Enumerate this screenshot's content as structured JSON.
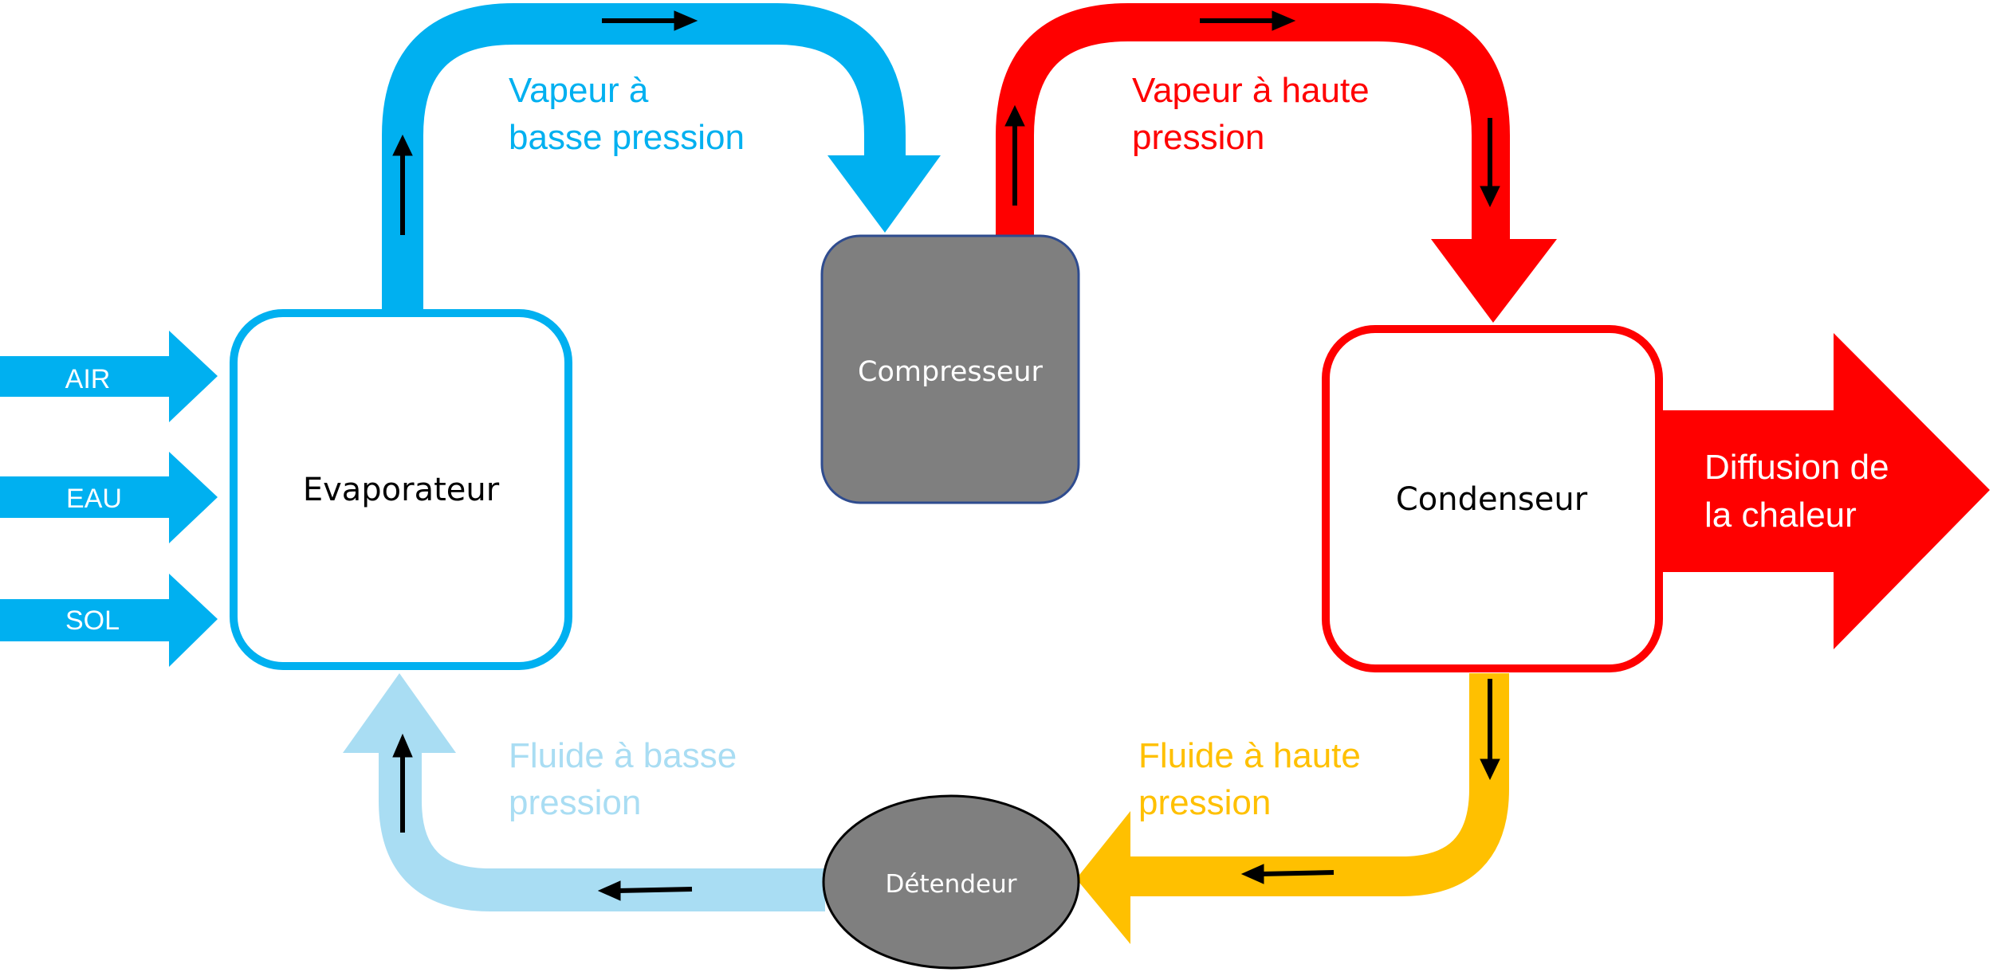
{
  "colors": {
    "low_pressure_vapor": "#00B0F0",
    "high_pressure_vapor": "#FF0000",
    "high_pressure_fluid": "#FFC000",
    "low_pressure_fluid": "#A9DDF3",
    "component_fill": "#7F7F7F",
    "flow_arrow": "#000000"
  },
  "sources": [
    "AIR",
    "EAU",
    "SOL"
  ],
  "components": {
    "evaporator": "Evaporateur",
    "compressor": "Compresseur",
    "condenser": "Condenseur",
    "expansion_valve": "Détendeur"
  },
  "flows": {
    "low_pressure_vapor": [
      "Vapeur à",
      "basse pression"
    ],
    "high_pressure_vapor": [
      "Vapeur à haute",
      "pression"
    ],
    "high_pressure_fluid": [
      "Fluide à haute",
      "pression"
    ],
    "low_pressure_fluid": [
      "Fluide à basse",
      "pression"
    ]
  },
  "output": [
    "Diffusion de",
    "la chaleur"
  ]
}
